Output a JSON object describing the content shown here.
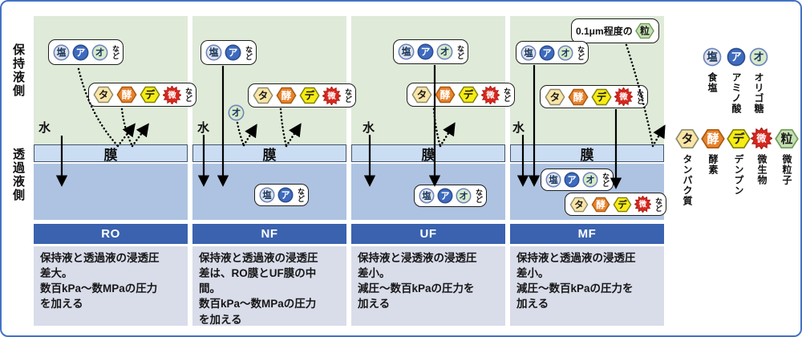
{
  "diagram": {
    "side_labels": {
      "retentate": "保持液側",
      "permeate": "透過液側"
    },
    "membrane_label": "膜",
    "water_label": "水",
    "etc_label": "など",
    "mf_particle_note": "0.1μm程度の"
  },
  "icons": {
    "salt": {
      "char": "塩",
      "label": "食塩",
      "shape": "circle",
      "bg": "#E2E3EB",
      "border": "#6B86BC",
      "color": "#17365D"
    },
    "amino": {
      "char": "ア",
      "label": "アミノ酸",
      "shape": "circle",
      "bg": "#3E6BBF",
      "border": "#2E4E8E",
      "color": "#FFFFFF"
    },
    "oligo": {
      "char": "オ",
      "label": "オリゴ糖",
      "shape": "circle",
      "bg": "#D9EACA",
      "border": "#6B86BC",
      "color": "#17365D"
    },
    "protein": {
      "char": "タ",
      "label": "タンパク質",
      "shape": "hexagon",
      "bg": "#FAE5A6",
      "border": "#8C8C6E",
      "color": "#1A1A1A"
    },
    "enzyme": {
      "char": "酵",
      "label": "酵素",
      "shape": "hexagon",
      "bg": "#E8832C",
      "border": "#A85A12",
      "color": "#FFFFFF"
    },
    "starch": {
      "char": "デ",
      "label": "デンプン",
      "shape": "hexagon",
      "bg": "#F7EC13",
      "border": "#80800A",
      "color": "#1A1A1A"
    },
    "microbe": {
      "char": "微",
      "label": "微生物",
      "shape": "burst",
      "bg": "#D7281E",
      "border": "#A01410",
      "color": "#FFFFFF"
    },
    "particle": {
      "char": "粒",
      "label": "微粒子",
      "shape": "hexagon",
      "bg": "#C6E0B4",
      "border": "#6F9C54",
      "color": "#1A1A1A"
    }
  },
  "panels": [
    {
      "id": "ro",
      "title": "RO",
      "description": "保持液と透過液の浸透圧\n差大。\n数百kPa〜数MPaの圧力\nを加える"
    },
    {
      "id": "nf",
      "title": "NF",
      "description": "保持液と透過液の浸透圧\n差は、RO膜とUF膜の中\n間。\n数百kPa〜数MPaの圧力\nを加える"
    },
    {
      "id": "uf",
      "title": "UF",
      "description": "保持液と浸透液の浸透圧\n差小。\n減圧〜数百kPaの圧力を\n加える"
    },
    {
      "id": "mf",
      "title": "MF",
      "description": "保持液と透過液の浸透圧\n差小。\n減圧〜数百kPaの圧力を\n加える"
    }
  ],
  "colors": {
    "outer_border": "#4472C4",
    "retentate_bg": "#DFEAD9",
    "membrane_bg": "#CBDDF2",
    "membrane_border": "#44546A",
    "permeate_bg": "#AEC3E1",
    "header_bg": "#3A62AE",
    "header_text": "#FFFFFF",
    "description_bg": "#D9DCE9",
    "box_border": "#1F1F1F",
    "arrow": "#000000"
  }
}
